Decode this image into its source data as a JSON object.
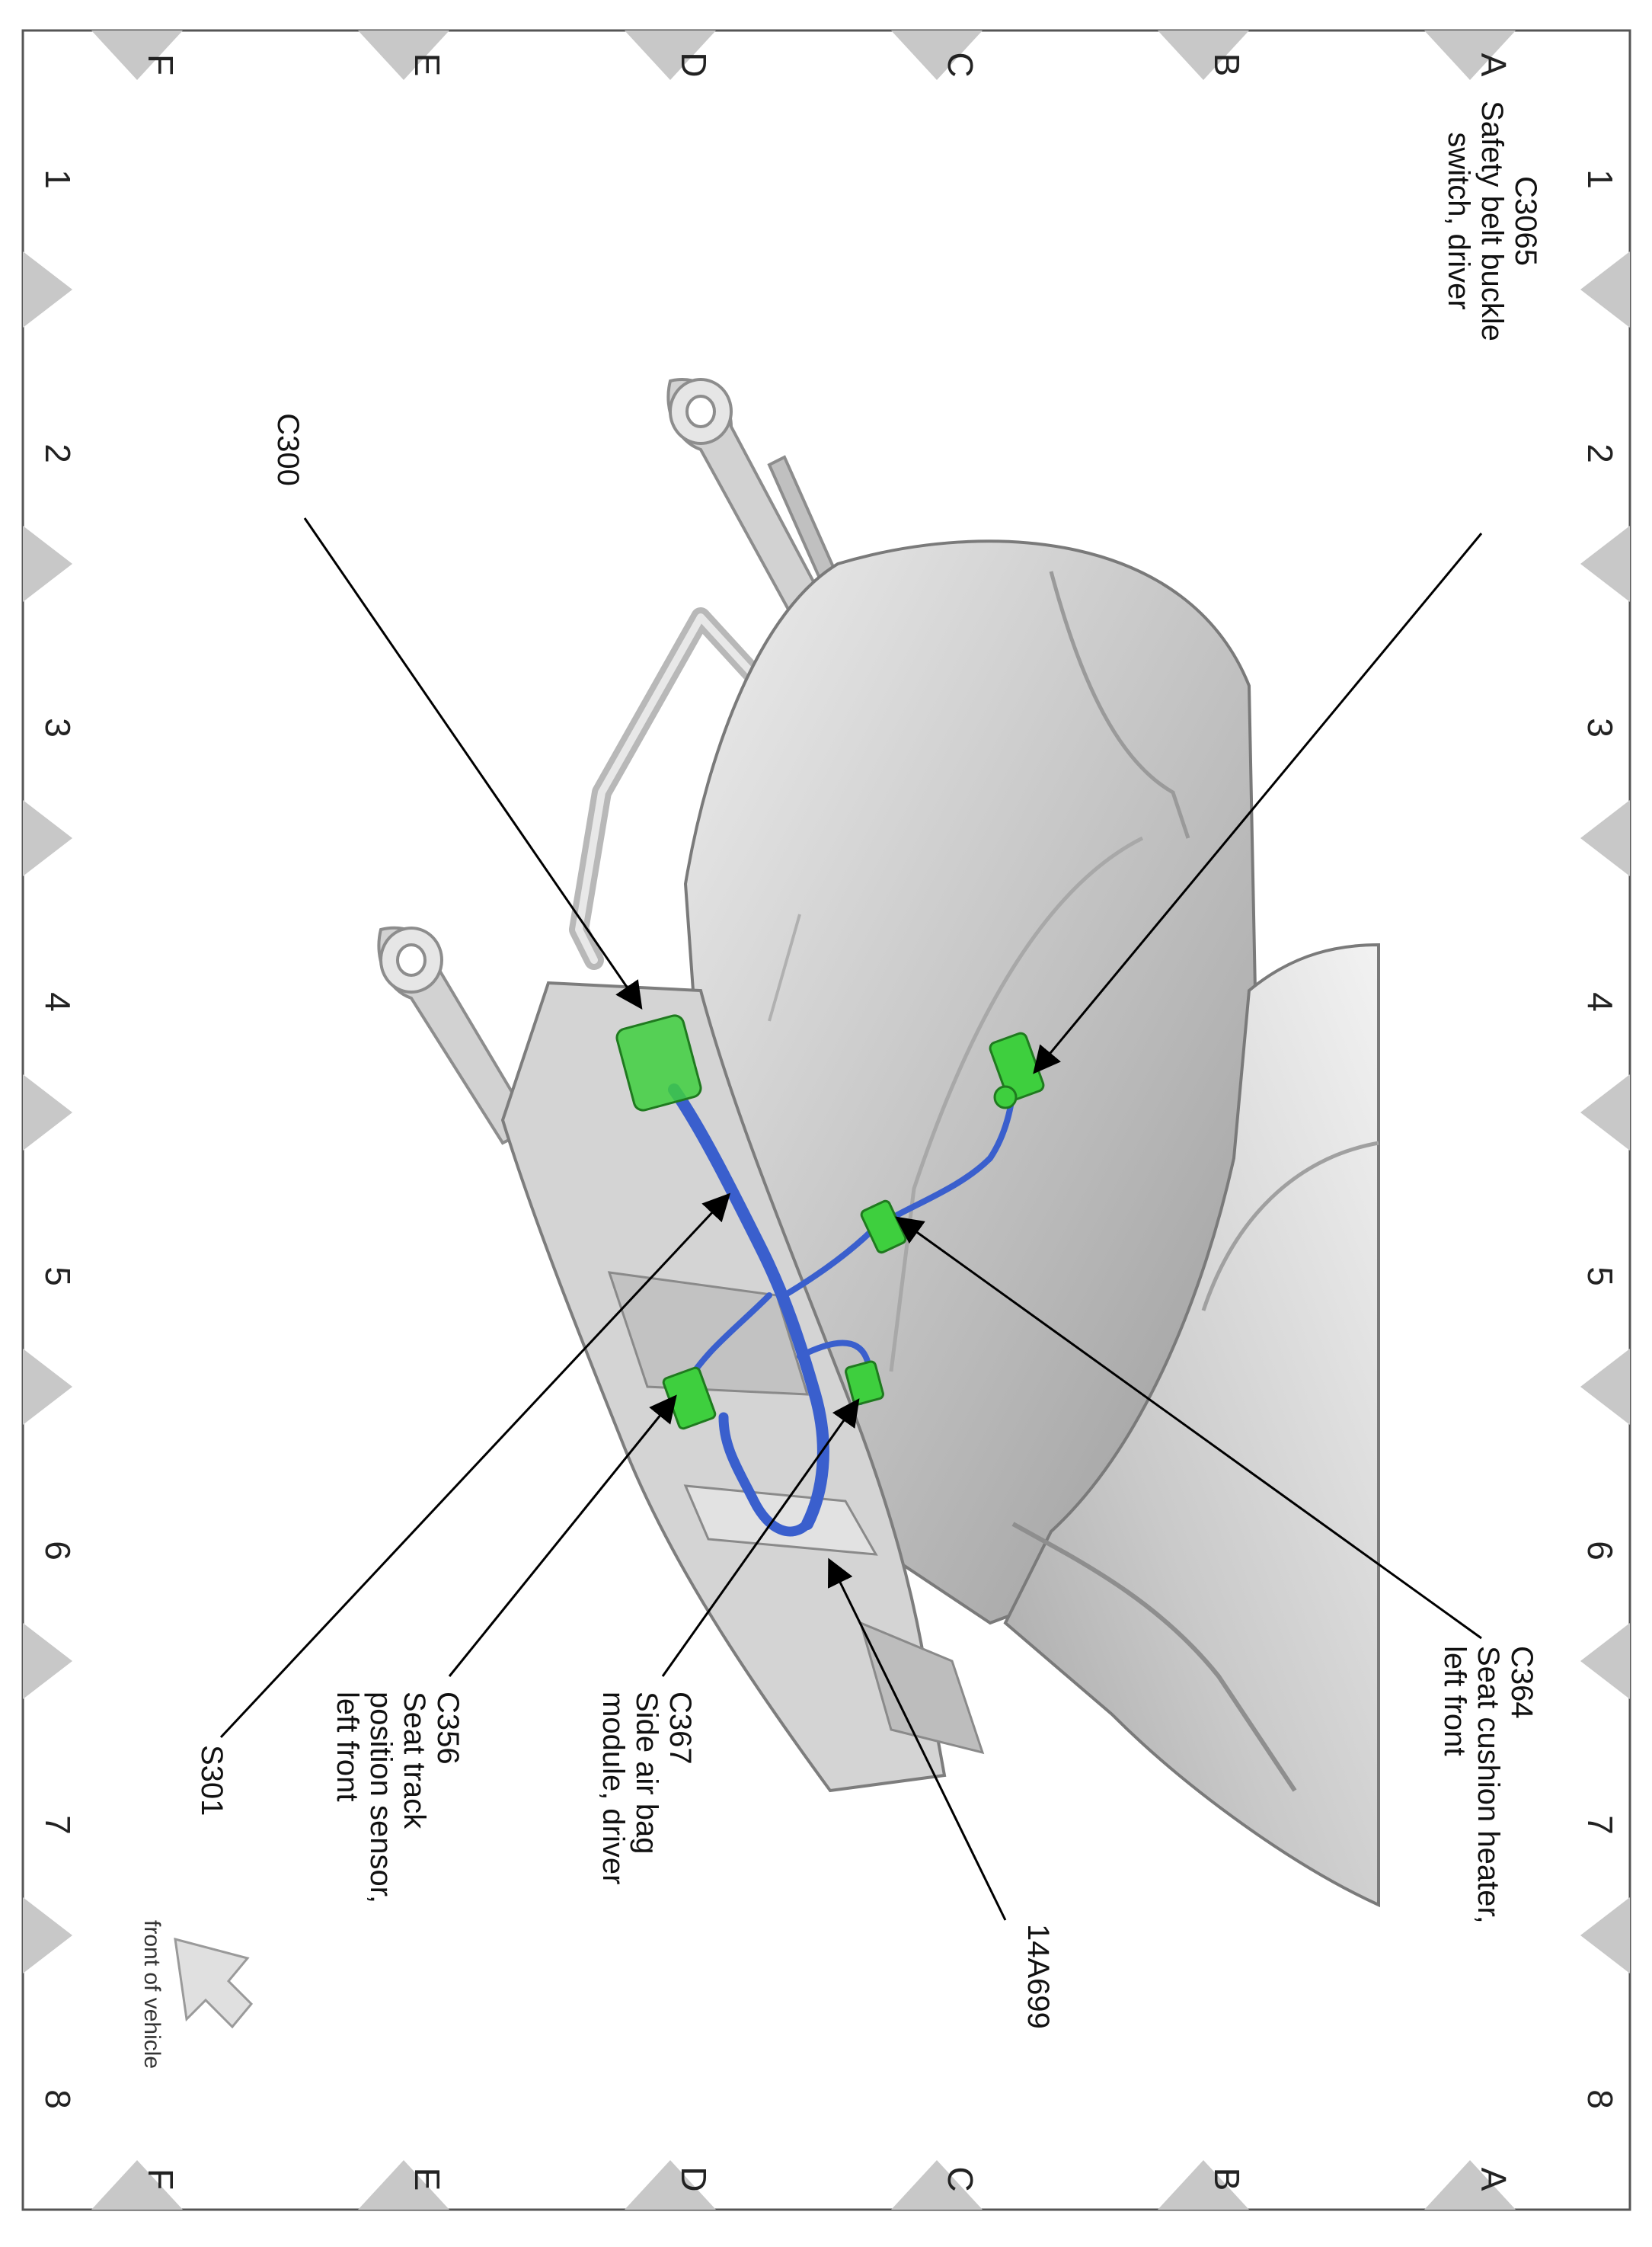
{
  "frame": {
    "row_letters": [
      "A",
      "B",
      "C",
      "D",
      "E",
      "F"
    ],
    "column_numbers": [
      "1",
      "2",
      "3",
      "4",
      "5",
      "6",
      "7",
      "8"
    ]
  },
  "callouts": {
    "c3065": {
      "id": "C3065",
      "line1": "Safety belt buckle",
      "line2": "switch, driver"
    },
    "c300": {
      "id": "C300"
    },
    "c364": {
      "id": "C364",
      "line1": "Seat cushion heater,",
      "line2": "left front"
    },
    "c14a699": {
      "id": "14A699"
    },
    "c367": {
      "id": "C367",
      "line1": "Side air bag",
      "line2": "module, driver"
    },
    "c356": {
      "id": "C356",
      "line1": "Seat track",
      "line2": "position sensor,",
      "line3": "left front"
    },
    "s301": {
      "id": "S301"
    }
  },
  "orientation": {
    "label": "front of vehicle",
    "icon": "arrow-icon"
  },
  "colors": {
    "connector": "#3ecf3e",
    "harness": "#3a5fcd",
    "seat": "#bfbfbf",
    "frame_triangle": "#c8c8c8"
  }
}
